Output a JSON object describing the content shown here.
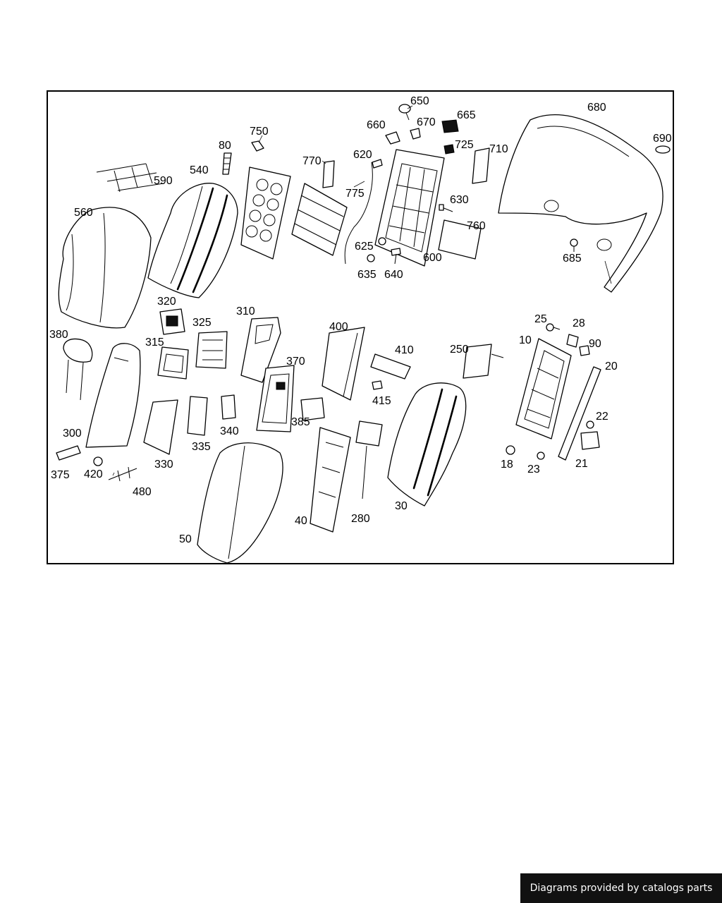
{
  "diagram": {
    "callouts": [
      {
        "id": "560",
        "text": "560"
      },
      {
        "id": "590",
        "text": "590"
      },
      {
        "id": "540",
        "text": "540"
      },
      {
        "id": "80",
        "text": "80"
      },
      {
        "id": "750",
        "text": "750"
      },
      {
        "id": "770",
        "text": "770"
      },
      {
        "id": "775",
        "text": "775"
      },
      {
        "id": "620",
        "text": "620"
      },
      {
        "id": "660",
        "text": "660"
      },
      {
        "id": "650",
        "text": "650"
      },
      {
        "id": "670",
        "text": "670"
      },
      {
        "id": "665",
        "text": "665"
      },
      {
        "id": "725",
        "text": "725"
      },
      {
        "id": "710",
        "text": "710"
      },
      {
        "id": "680",
        "text": "680"
      },
      {
        "id": "690",
        "text": "690"
      },
      {
        "id": "630",
        "text": "630"
      },
      {
        "id": "760",
        "text": "760"
      },
      {
        "id": "625",
        "text": "625"
      },
      {
        "id": "600",
        "text": "600"
      },
      {
        "id": "635",
        "text": "635"
      },
      {
        "id": "640",
        "text": "640"
      },
      {
        "id": "685",
        "text": "685"
      },
      {
        "id": "320",
        "text": "320"
      },
      {
        "id": "325",
        "text": "325"
      },
      {
        "id": "310",
        "text": "310"
      },
      {
        "id": "380",
        "text": "380"
      },
      {
        "id": "315",
        "text": "315"
      },
      {
        "id": "370",
        "text": "370"
      },
      {
        "id": "400",
        "text": "400"
      },
      {
        "id": "410",
        "text": "410"
      },
      {
        "id": "250",
        "text": "250"
      },
      {
        "id": "25",
        "text": "25"
      },
      {
        "id": "28",
        "text": "28"
      },
      {
        "id": "10",
        "text": "10"
      },
      {
        "id": "90",
        "text": "90"
      },
      {
        "id": "20",
        "text": "20"
      },
      {
        "id": "415",
        "text": "415"
      },
      {
        "id": "340",
        "text": "340"
      },
      {
        "id": "385",
        "text": "385"
      },
      {
        "id": "300",
        "text": "300"
      },
      {
        "id": "335",
        "text": "335"
      },
      {
        "id": "22",
        "text": "22"
      },
      {
        "id": "375",
        "text": "375"
      },
      {
        "id": "420",
        "text": "420"
      },
      {
        "id": "330",
        "text": "330"
      },
      {
        "id": "21",
        "text": "21"
      },
      {
        "id": "18",
        "text": "18"
      },
      {
        "id": "23",
        "text": "23"
      },
      {
        "id": "480",
        "text": "480"
      },
      {
        "id": "30",
        "text": "30"
      },
      {
        "id": "40",
        "text": "40"
      },
      {
        "id": "280",
        "text": "280"
      },
      {
        "id": "50",
        "text": "50"
      }
    ]
  },
  "footer": {
    "credit": "Diagrams provided by catalogs parts"
  }
}
